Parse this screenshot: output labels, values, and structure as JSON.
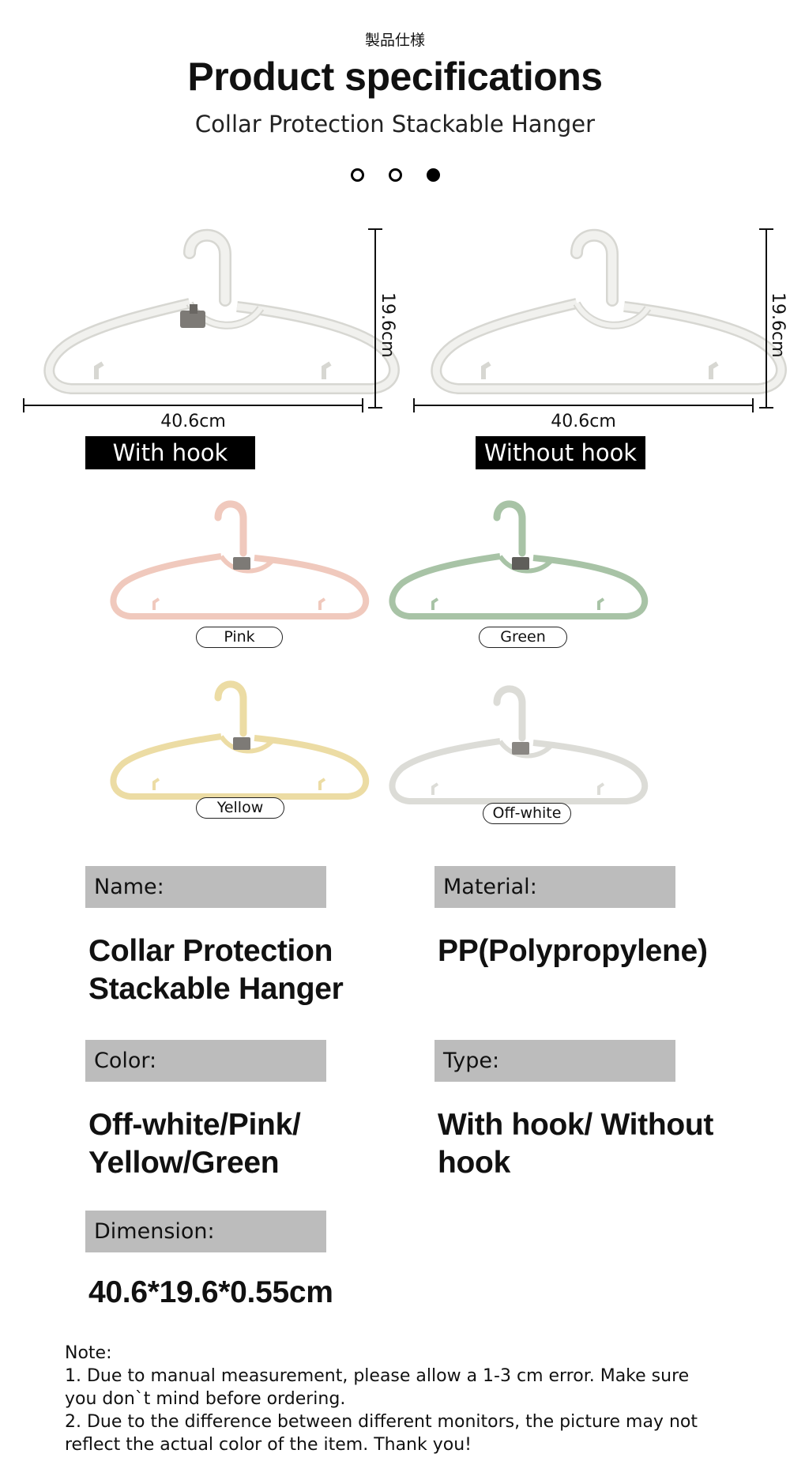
{
  "header": {
    "kicker": "製品仕様",
    "title": "Product specifications",
    "subtitle": "Collar Protection Stackable Hanger",
    "page_dots": {
      "count": 3,
      "active_index": 2
    }
  },
  "dimensions": {
    "width_label": "40.6cm",
    "height_label": "19.6cm"
  },
  "variants": [
    {
      "label": "With hook"
    },
    {
      "label": "Without hook"
    }
  ],
  "colors": [
    {
      "name": "Pink",
      "hex": "#f0c9bd"
    },
    {
      "name": "Green",
      "hex": "#a8c3a6"
    },
    {
      "name": "Yellow",
      "hex": "#ecdca4"
    },
    {
      "name": "Off-white",
      "hex": "#efefea"
    }
  ],
  "specs": {
    "name": {
      "label": "Name:",
      "value_line1": "Collar Protection",
      "value_line2": "Stackable Hanger"
    },
    "material": {
      "label": "Material:",
      "value": "PP(Polypropylene)"
    },
    "color": {
      "label": "Color:",
      "value_line1": "Off-white/Pink/",
      "value_line2": "Yellow/Green"
    },
    "type": {
      "label": "Type:",
      "value_line1": "With hook/ Without",
      "value_line2": "hook"
    },
    "dimension": {
      "label": "Dimension:",
      "value": "40.6*19.6*0.55cm"
    }
  },
  "note": {
    "heading": "Note:",
    "line1a": "1. Due to manual measurement, please allow a 1-3 cm error. Make sure",
    "line1b": "you don`t mind before ordering.",
    "line2a": "2. Due to the difference between different monitors, the picture may not",
    "line2b": "reflect the actual color of the item. Thank you!"
  },
  "style": {
    "page_bg": "#ffffff",
    "label_bg": "#bcbcbc",
    "tag_bg": "#000000",
    "clip_gray": "#7d7a76",
    "offwhite_big": "#f1f1ee"
  }
}
